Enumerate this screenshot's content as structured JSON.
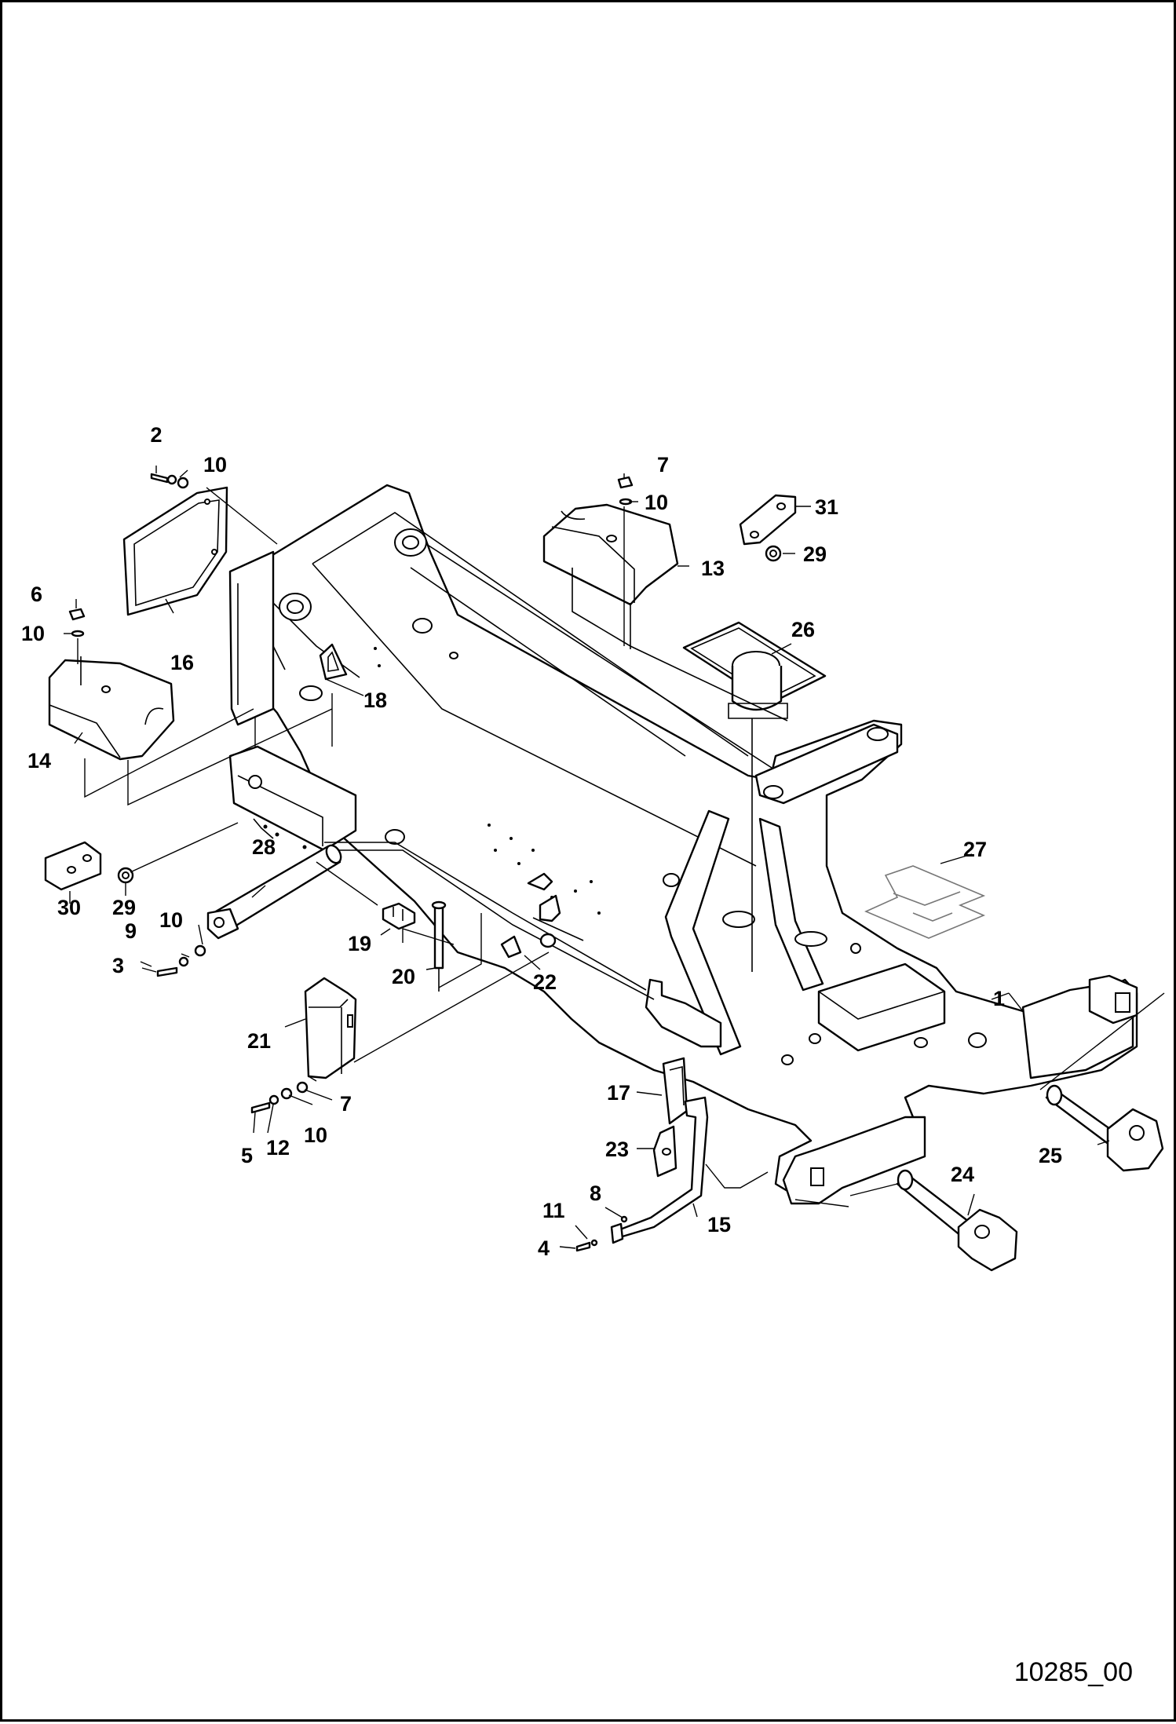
{
  "figure_id": "10285_00",
  "callouts": [
    {
      "id": "c2",
      "text": "2"
    },
    {
      "id": "c10a",
      "text": "10"
    },
    {
      "id": "c16",
      "text": "16"
    },
    {
      "id": "c6",
      "text": "6"
    },
    {
      "id": "c10b",
      "text": "10"
    },
    {
      "id": "c14",
      "text": "14"
    },
    {
      "id": "c18",
      "text": "18"
    },
    {
      "id": "c7a",
      "text": "7"
    },
    {
      "id": "c10c",
      "text": "10"
    },
    {
      "id": "c13",
      "text": "13"
    },
    {
      "id": "c31",
      "text": "31"
    },
    {
      "id": "c29a",
      "text": "29"
    },
    {
      "id": "c26",
      "text": "26"
    },
    {
      "id": "c30",
      "text": "30"
    },
    {
      "id": "c29b",
      "text": "29"
    },
    {
      "id": "c28",
      "text": "28"
    },
    {
      "id": "c10d",
      "text": "10"
    },
    {
      "id": "c9",
      "text": "9"
    },
    {
      "id": "c3",
      "text": "3"
    },
    {
      "id": "c19",
      "text": "19"
    },
    {
      "id": "c20",
      "text": "20"
    },
    {
      "id": "c22",
      "text": "22"
    },
    {
      "id": "c27",
      "text": "27"
    },
    {
      "id": "c1",
      "text": "1"
    },
    {
      "id": "c21",
      "text": "21"
    },
    {
      "id": "c7b",
      "text": "7"
    },
    {
      "id": "c5",
      "text": "5"
    },
    {
      "id": "c12",
      "text": "12"
    },
    {
      "id": "c10e",
      "text": "10"
    },
    {
      "id": "c17",
      "text": "17"
    },
    {
      "id": "c23",
      "text": "23"
    },
    {
      "id": "c25",
      "text": "25"
    },
    {
      "id": "c24",
      "text": "24"
    },
    {
      "id": "c11",
      "text": "11"
    },
    {
      "id": "c8",
      "text": "8"
    },
    {
      "id": "c4",
      "text": "4"
    },
    {
      "id": "c15",
      "text": "15"
    }
  ]
}
